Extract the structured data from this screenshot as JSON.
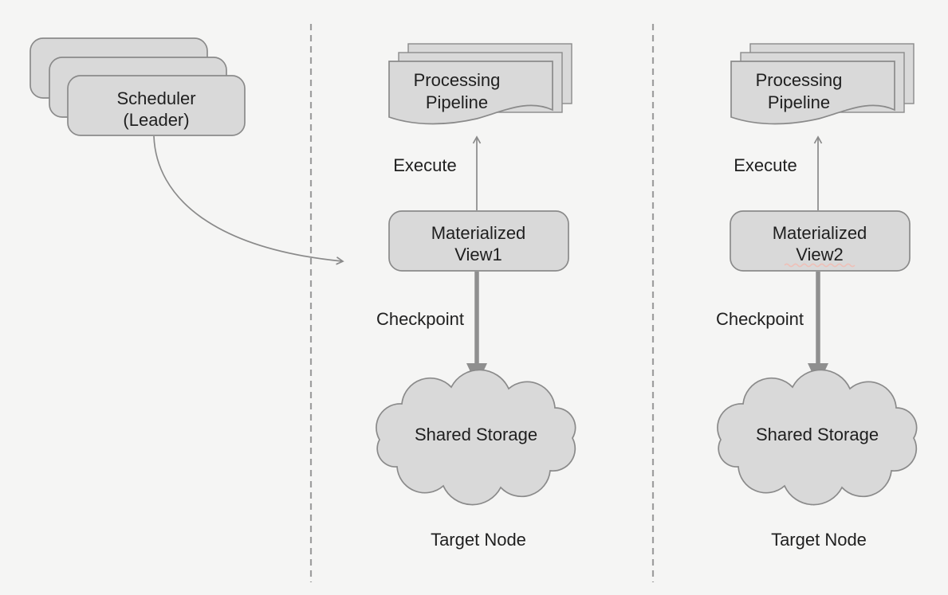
{
  "diagram": {
    "scheduler": {
      "label_line1": "Scheduler",
      "label_line2": "(Leader)"
    },
    "nodes": [
      {
        "pipeline_line1": "Processing",
        "pipeline_line2": "Pipeline",
        "execute_label": "Execute",
        "view_line1": "Materialized",
        "view_line2": "View1",
        "checkpoint_label": "Checkpoint",
        "storage_label": "Shared Storage",
        "node_label": "Target Node"
      },
      {
        "pipeline_line1": "Processing",
        "pipeline_line2": "Pipeline",
        "execute_label": "Execute",
        "view_line1": "Materialized",
        "view_line2": "View2",
        "checkpoint_label": "Checkpoint",
        "storage_label": "Shared Storage",
        "node_label": "Target Node"
      }
    ],
    "colors": {
      "background": "#f5f5f4",
      "shape_fill": "#d9d9d9",
      "shape_stroke": "#8a8a8a",
      "text": "#1f1f1f",
      "thick_arrow": "#8f8f8f",
      "divider": "#9e9e9e",
      "spellcheck_underline": "#eec0b8"
    }
  }
}
